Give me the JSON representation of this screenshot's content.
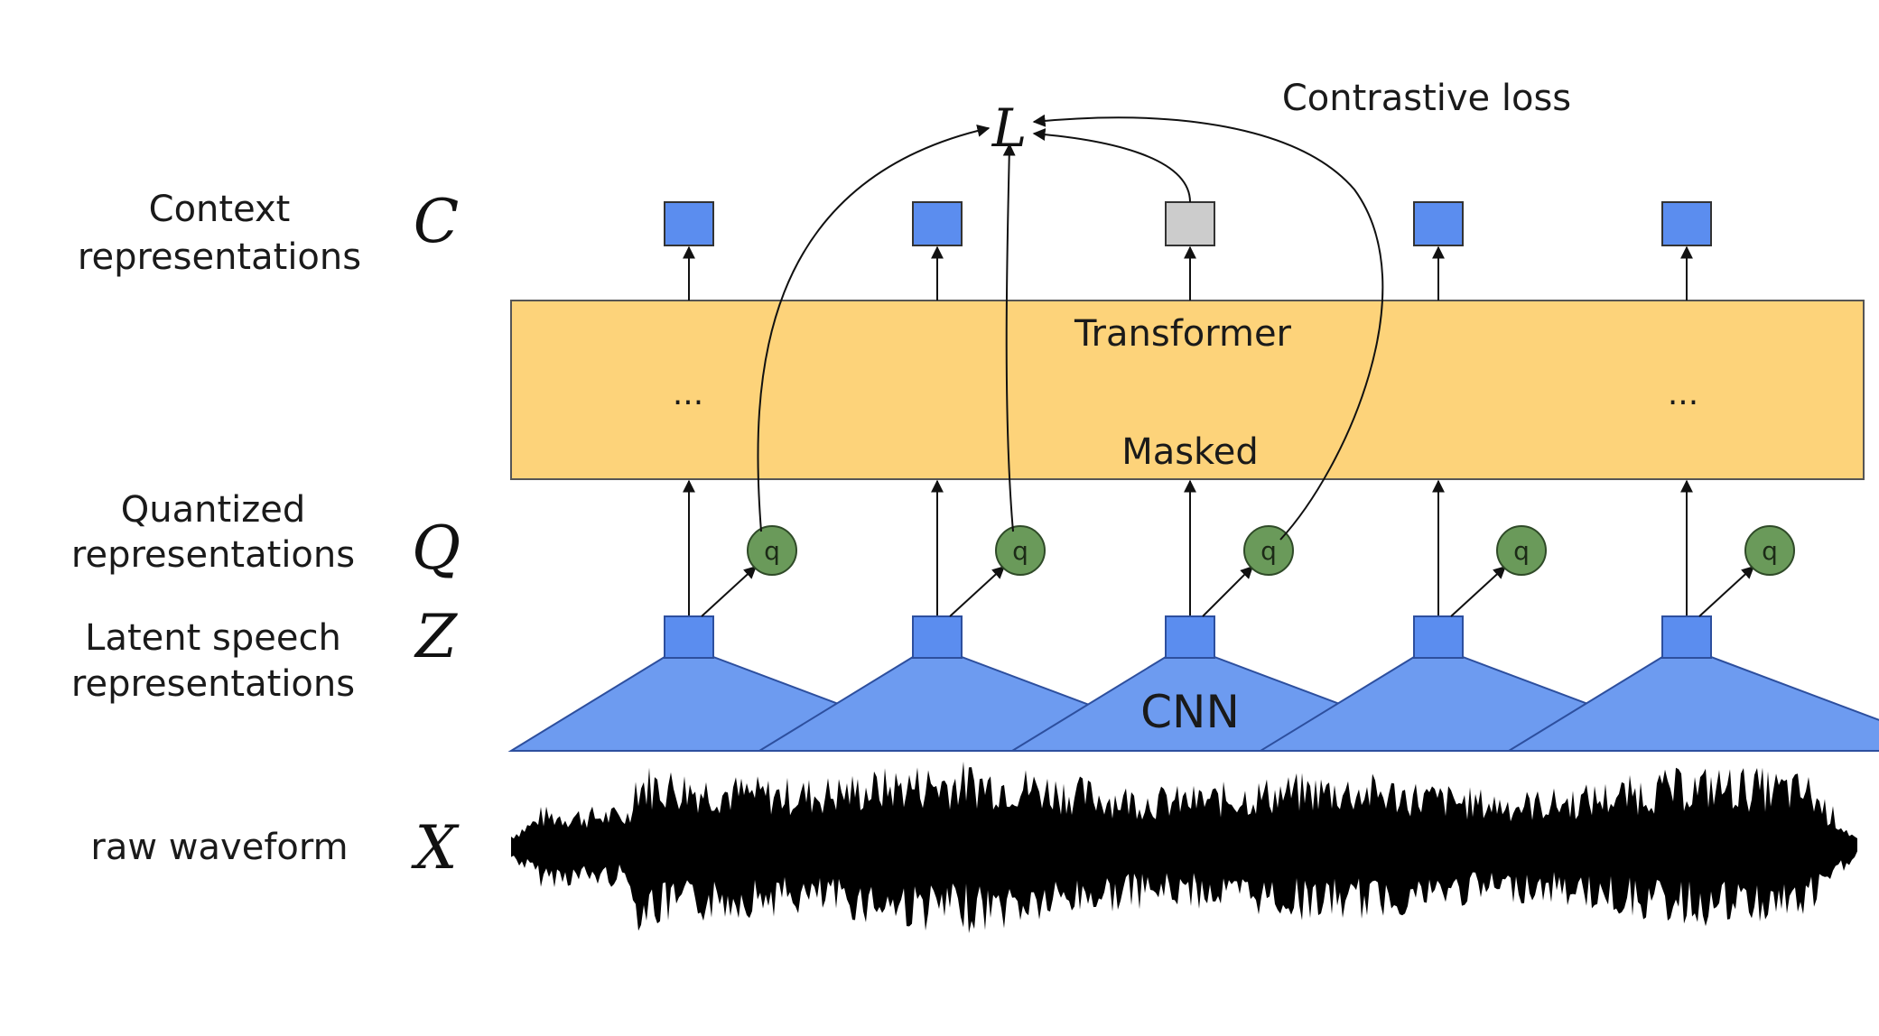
{
  "rows": {
    "context": {
      "label_line1": "Context",
      "label_line2": "representations",
      "symbol": "C"
    },
    "quantized": {
      "label_line1": "Quantized",
      "label_line2": "representations",
      "symbol": "Q"
    },
    "latent": {
      "label_line1": "Latent speech",
      "label_line2": "representations",
      "symbol": "Z"
    },
    "waveform": {
      "label": "raw waveform",
      "symbol": "X"
    }
  },
  "loss": {
    "symbol": "L",
    "label": "Contrastive loss"
  },
  "transformer": {
    "label": "Transformer",
    "masked_label": "Masked",
    "ellipsis_left": "...",
    "ellipsis_right": "..."
  },
  "cnn": {
    "label": "CNN"
  },
  "quantizer": {
    "label": "q"
  },
  "columns": [
    {
      "context_masked": false
    },
    {
      "context_masked": false
    },
    {
      "context_masked": true
    },
    {
      "context_masked": false
    },
    {
      "context_masked": false
    }
  ],
  "colors": {
    "context_box": "#5b8def",
    "context_box_masked": "#cccccc",
    "transformer_fill": "#fdd37a",
    "cnn_fill": "#6d9bf0",
    "quantizer_fill": "#6a9a5a",
    "waveform": "#000000"
  }
}
